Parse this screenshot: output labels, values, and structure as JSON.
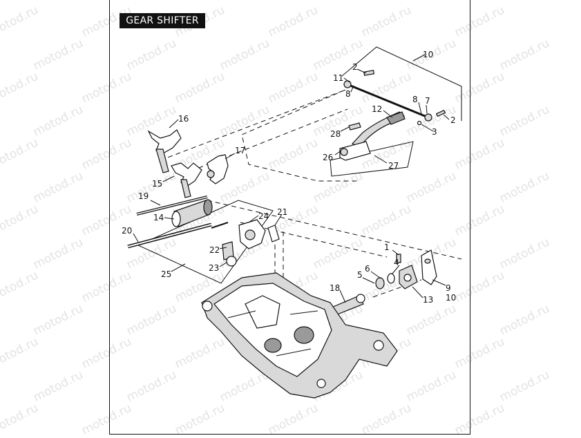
{
  "title": "GEAR SHIFTER",
  "watermark_text": "motod.ru",
  "colors": {
    "ink": "#111111",
    "watermark": "#e3e3e3",
    "background": "#ffffff"
  },
  "callouts": [
    {
      "id": "c2a",
      "text": "2"
    },
    {
      "id": "c11",
      "text": "11"
    },
    {
      "id": "c8a",
      "text": "8"
    },
    {
      "id": "c10a",
      "text": "10"
    },
    {
      "id": "c8b",
      "text": "8"
    },
    {
      "id": "c7",
      "text": "7"
    },
    {
      "id": "c2b",
      "text": "2"
    },
    {
      "id": "c12",
      "text": "12"
    },
    {
      "id": "c3",
      "text": "3"
    },
    {
      "id": "c28",
      "text": "28"
    },
    {
      "id": "c16",
      "text": "16"
    },
    {
      "id": "c17",
      "text": "17"
    },
    {
      "id": "c26",
      "text": "26"
    },
    {
      "id": "c27",
      "text": "27"
    },
    {
      "id": "c15",
      "text": "15"
    },
    {
      "id": "c19",
      "text": "19"
    },
    {
      "id": "c14",
      "text": "14"
    },
    {
      "id": "c24",
      "text": "24"
    },
    {
      "id": "c21",
      "text": "21"
    },
    {
      "id": "c20",
      "text": "20"
    },
    {
      "id": "c22",
      "text": "22"
    },
    {
      "id": "c23",
      "text": "23"
    },
    {
      "id": "c25",
      "text": "25"
    },
    {
      "id": "c1",
      "text": "1"
    },
    {
      "id": "c4",
      "text": "4"
    },
    {
      "id": "c6",
      "text": "6"
    },
    {
      "id": "c5",
      "text": "5"
    },
    {
      "id": "c18",
      "text": "18"
    },
    {
      "id": "c9",
      "text": "9"
    },
    {
      "id": "c13",
      "text": "13"
    },
    {
      "id": "c10b",
      "text": "10"
    }
  ]
}
